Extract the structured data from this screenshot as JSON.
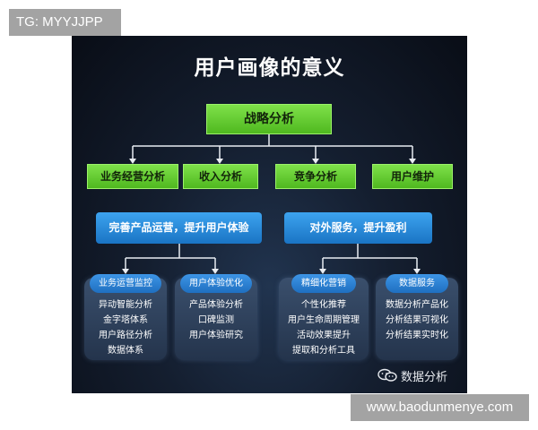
{
  "watermarks": {
    "telegram": "TG: MYYJJPP",
    "website": "www.baodunmenye.com"
  },
  "diagram": {
    "title": "用户画像的意义",
    "root": "战略分析",
    "level2": [
      "业务经营分析",
      "收入分析",
      "竞争分析",
      "用户维护"
    ],
    "groups": [
      {
        "label": "完善产品运营，提升用户体验",
        "subgroups": [
          {
            "label": "业务运营监控",
            "items": [
              "异动智能分析",
              "金字塔体系",
              "用户路径分析",
              "数据体系"
            ]
          },
          {
            "label": "用户体验优化",
            "items": [
              "产品体验分析",
              "口碑监测",
              "用户体验研究"
            ]
          }
        ]
      },
      {
        "label": "对外服务，提升盈利",
        "subgroups": [
          {
            "label": "精细化营销",
            "items": [
              "个性化推荐",
              "用户生命周期管理",
              "活动效果提升",
              "提取和分析工具"
            ]
          },
          {
            "label": "数据服务",
            "items": [
              "数据分析产品化",
              "分析结果可视化",
              "分析结果实时化"
            ]
          }
        ]
      }
    ],
    "brand": "数据分析",
    "colors": {
      "green": "#5fc92b",
      "blue": "#2a8ae0",
      "card": "#2f425d",
      "background": "#101827"
    }
  }
}
